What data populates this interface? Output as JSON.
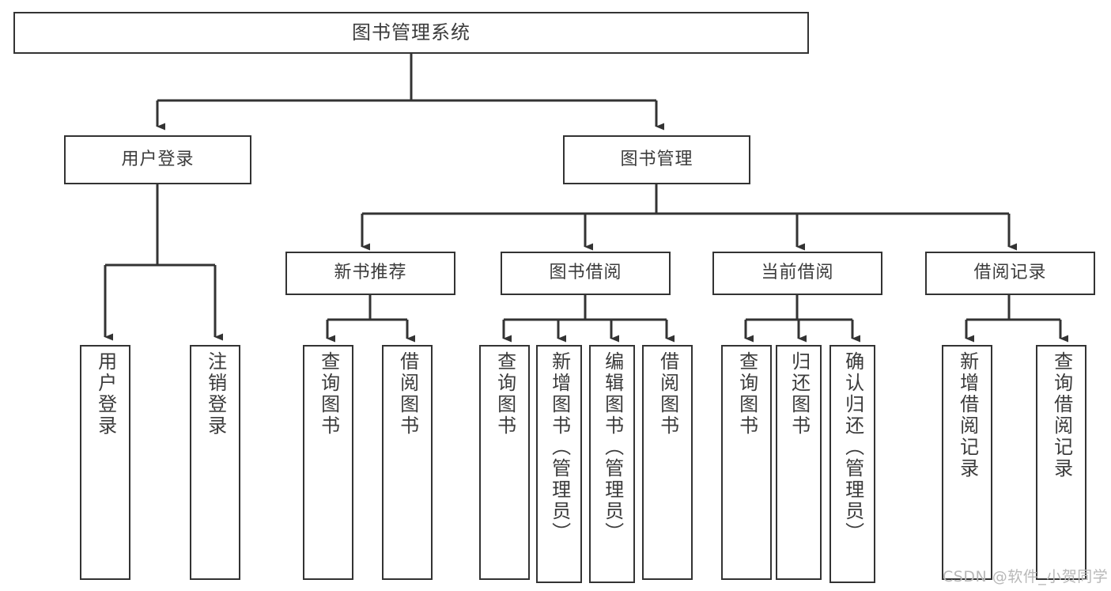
{
  "diagram": {
    "title": "图书管理系统",
    "type": "tree",
    "orientation": "top-down",
    "colors": {
      "background": "#ffffff",
      "box_border": "#333333",
      "box_fill": "#ffffff",
      "text": "#3b3b3b",
      "edge": "#333333",
      "watermark": "#b8b8b8"
    }
  },
  "nodes": {
    "root": {
      "label": "图书管理系统",
      "level": 1
    },
    "level2": [
      {
        "id": "user-login",
        "label": "用户登录",
        "level": 2
      },
      {
        "id": "book-management",
        "label": "图书管理",
        "level": 2
      }
    ],
    "level3": [
      {
        "id": "new-book-recommend",
        "label": "新书推荐",
        "level": 3
      },
      {
        "id": "book-borrow",
        "label": "图书借阅",
        "level": 3
      },
      {
        "id": "current-borrow",
        "label": "当前借阅",
        "level": 3
      },
      {
        "id": "borrow-record",
        "label": "借阅记录",
        "level": 3
      }
    ],
    "leaves": [
      {
        "id": "leaf-user-login",
        "label": "用户登录",
        "parent": "user-login"
      },
      {
        "id": "leaf-logout-login",
        "label": "注销登录",
        "parent": "user-login"
      },
      {
        "id": "leaf-query-book-1",
        "label": "查询图书",
        "parent": "new-book-recommend"
      },
      {
        "id": "leaf-borrow-book-1",
        "label": "借阅图书",
        "parent": "new-book-recommend"
      },
      {
        "id": "leaf-query-book-2",
        "label": "查询图书",
        "parent": "book-borrow"
      },
      {
        "id": "leaf-add-book",
        "label": "新增图书（管理员）",
        "parent": "book-borrow"
      },
      {
        "id": "leaf-edit-book",
        "label": "编辑图书（管理员）",
        "parent": "book-borrow"
      },
      {
        "id": "leaf-borrow-book-2",
        "label": "借阅图书",
        "parent": "book-borrow"
      },
      {
        "id": "leaf-query-book-3",
        "label": "查询图书",
        "parent": "current-borrow"
      },
      {
        "id": "leaf-return-book",
        "label": "归还图书",
        "parent": "current-borrow"
      },
      {
        "id": "leaf-confirm-return",
        "label": "确认归还（管理员）",
        "parent": "current-borrow"
      },
      {
        "id": "leaf-add-record",
        "label": "新增借阅记录",
        "parent": "borrow-record"
      },
      {
        "id": "leaf-query-record",
        "label": "查询借阅记录",
        "parent": "borrow-record"
      }
    ]
  },
  "watermark": {
    "text": "CSDN @软件_小贺同学"
  }
}
